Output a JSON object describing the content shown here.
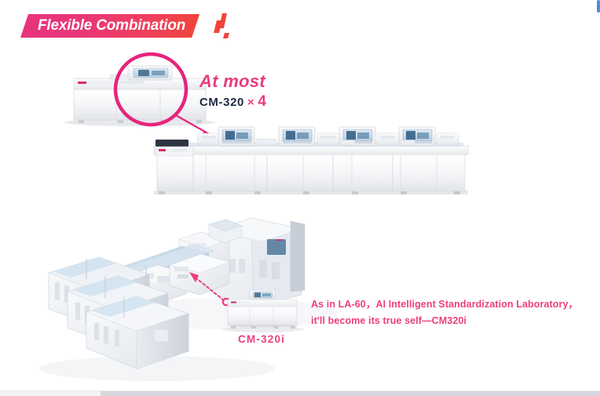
{
  "header": {
    "banner_title": "Flexible Combination",
    "banner_color_start": "#e8347c",
    "banner_color_end": "#f04438",
    "deco_icon": "slanted-bars-icon"
  },
  "callout": {
    "headline": "At most",
    "model": "CM-320",
    "times_symbol": "×",
    "count": "4",
    "headline_color": "#ea3a7f",
    "model_color": "#1f2a44"
  },
  "top_figure": {
    "name": "single-analyzer-with-magnifier",
    "magnifier_icon": "circle-highlight-icon",
    "magnifier_color": "#e6247c",
    "leader_line": "pink-arrow-connector",
    "unit_count": 1
  },
  "line_figure": {
    "name": "modular-analyzer-track-line",
    "module_count": 4,
    "module_label": "CM-320"
  },
  "lab_figure": {
    "name": "ai-intelligent-standardization-laboratory",
    "connector_icon": "dotted-arrow-icon",
    "connector_color": "#ee3d7f",
    "unit_label": "CM-320i"
  },
  "caption": {
    "line1": "As in LA-60，AI  Intelligent Standardization Laboratory，",
    "line2": "it'll become its true self—CM320i",
    "color": "#ee3d7f"
  },
  "chrome": {
    "vertical_scrollbar_color": "#4a90e2",
    "horizontal_scrollbar_color": "#d6d7dd"
  }
}
